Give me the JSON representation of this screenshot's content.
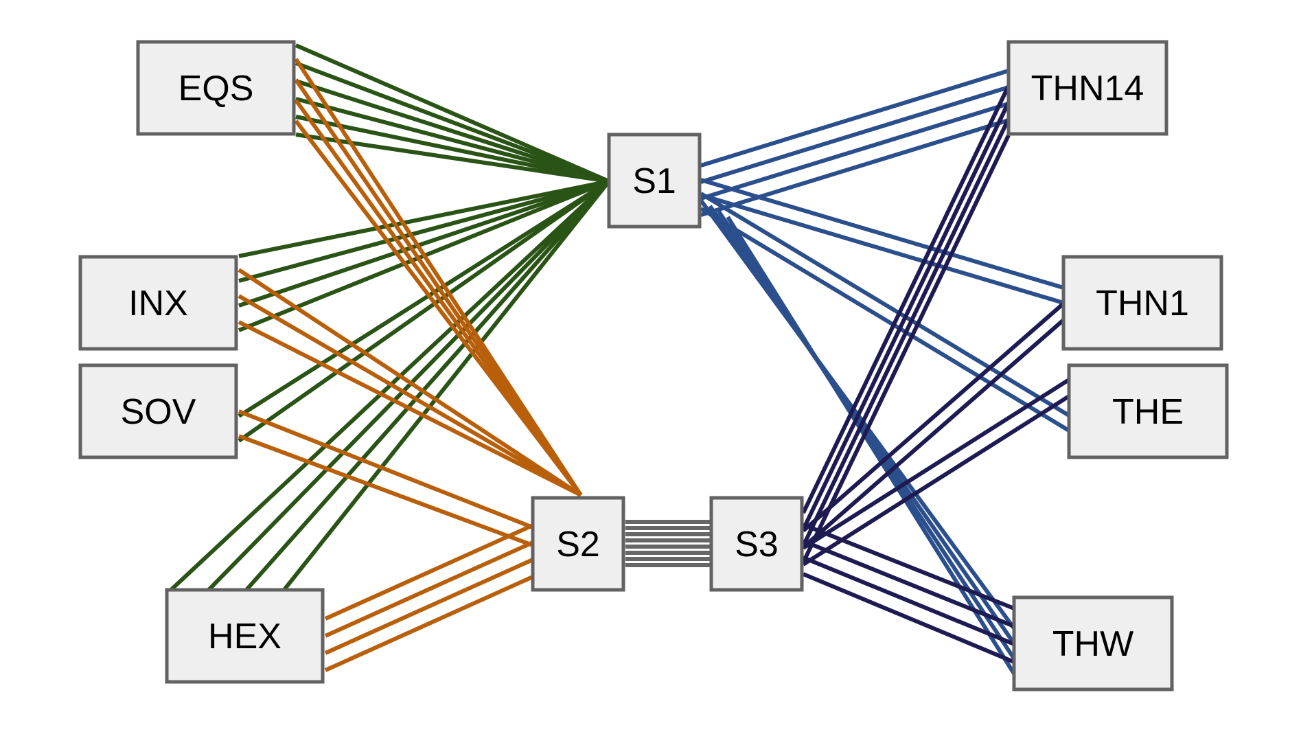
{
  "colors": {
    "green": "#2a5316",
    "orange": "#b95f0a",
    "blue": "#2b4f8c",
    "navy": "#1e1a52",
    "gray": "#676767"
  },
  "nodes": [
    {
      "id": "EQS",
      "label": "EQS"
    },
    {
      "id": "INX",
      "label": "INX"
    },
    {
      "id": "SOV",
      "label": "SOV"
    },
    {
      "id": "HEX",
      "label": "HEX"
    },
    {
      "id": "S1",
      "label": "S1"
    },
    {
      "id": "S2",
      "label": "S2"
    },
    {
      "id": "S3",
      "label": "S3"
    },
    {
      "id": "THN14",
      "label": "THN14"
    },
    {
      "id": "THN1",
      "label": "THN1"
    },
    {
      "id": "THE",
      "label": "THE"
    },
    {
      "id": "THW",
      "label": "THW"
    }
  ],
  "link_groups": [
    {
      "from": "EQS",
      "to": "S1",
      "count": 6,
      "color": "green"
    },
    {
      "from": "INX",
      "to": "S1",
      "count": 4,
      "color": "green"
    },
    {
      "from": "SOV",
      "to": "S1",
      "count": 2,
      "color": "green"
    },
    {
      "from": "HEX",
      "to": "S1",
      "count": 4,
      "color": "green"
    },
    {
      "from": "EQS",
      "to": "S2",
      "count": 4,
      "color": "orange"
    },
    {
      "from": "INX",
      "to": "S2",
      "count": 3,
      "color": "orange"
    },
    {
      "from": "SOV",
      "to": "S2",
      "count": 2,
      "color": "orange"
    },
    {
      "from": "HEX",
      "to": "S2",
      "count": 4,
      "color": "orange"
    },
    {
      "from": "S2",
      "to": "S3",
      "count": 8,
      "color": "gray"
    },
    {
      "from": "S1",
      "to": "THN14",
      "count": 4,
      "color": "blue"
    },
    {
      "from": "S1",
      "to": "THN1",
      "count": 2,
      "color": "blue"
    },
    {
      "from": "S1",
      "to": "THE",
      "count": 2,
      "color": "blue"
    },
    {
      "from": "S1",
      "to": "THW",
      "count": 4,
      "color": "blue"
    },
    {
      "from": "S3",
      "to": "THN14",
      "count": 4,
      "color": "navy"
    },
    {
      "from": "S3",
      "to": "THN1",
      "count": 2,
      "color": "navy"
    },
    {
      "from": "S3",
      "to": "THE",
      "count": 2,
      "color": "navy"
    },
    {
      "from": "S3",
      "to": "THW",
      "count": 4,
      "color": "navy"
    }
  ]
}
